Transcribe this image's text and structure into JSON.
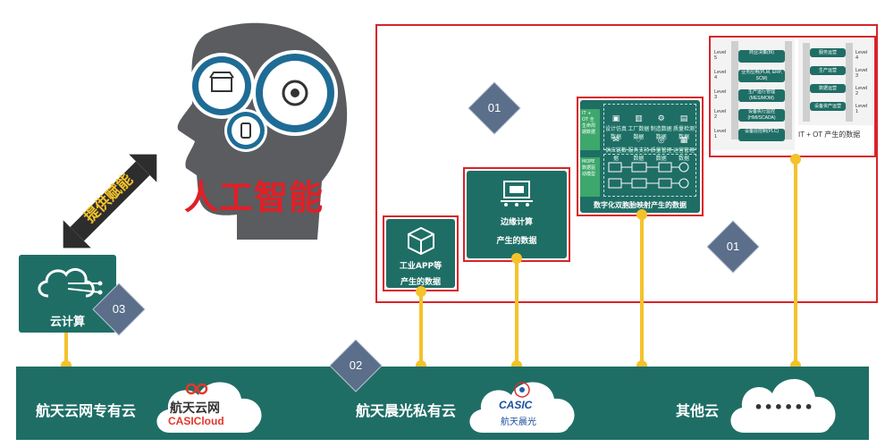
{
  "ai_title": "人工智能",
  "enable_label": "提供赋能",
  "cloud_compute": {
    "label": "云计算",
    "badge": "03"
  },
  "industrial_app": {
    "line1": "工业APP等",
    "line2": "产生的数据"
  },
  "edge": {
    "line1": "边缘计算",
    "line2": "产生的数据"
  },
  "twin": {
    "caption": "数字化双胞胎映射产生的数据",
    "side_top": "IT + OT 全生命周期数据",
    "side_bottom": "MOPE 数据驱动模型",
    "icons_top": [
      "设计仿真数据",
      "工厂数据数据",
      "制造数据数据",
      "质量检测数据"
    ],
    "icons_mid": [
      "供应链数据",
      "服务支持数据",
      "质量管理数据",
      "运营管理数据"
    ]
  },
  "itot": {
    "caption": "IT + OT 产生的数据",
    "levels_left": [
      "Level 5",
      "Level 4",
      "Level 3",
      "Level 2",
      "Level 1"
    ],
    "stack_left": [
      "商业决策(BI)",
      "业务应用(PLM, ERP, SCM)",
      "生产运行管理(MES/MOM)",
      "设备执行监控(HMI/SCADA)",
      "设备层控制(PLC)"
    ],
    "levels_right": [
      "Level 4",
      "Level 3",
      "Level 2",
      "Level 1"
    ],
    "stack_right": [
      "服务运营",
      "生产运营",
      "数据运营",
      "设备资产运营"
    ]
  },
  "badges": {
    "top": "01",
    "right": "01",
    "bottom": "02"
  },
  "clouds": {
    "left": {
      "label": "航天云网专有云",
      "logo_top": "航天云网",
      "logo_bottom": "CASICloud"
    },
    "mid": {
      "label": "航天晨光私有云",
      "logo_top": "CASIC",
      "logo_bottom": "航天晨光"
    },
    "right": {
      "label": "其他云",
      "logo_text": "••••••"
    }
  },
  "colors": {
    "teal": "#1f6e66",
    "yellow": "#f4c22b",
    "red": "#d9232a",
    "diamond": "#5b6e8a"
  }
}
